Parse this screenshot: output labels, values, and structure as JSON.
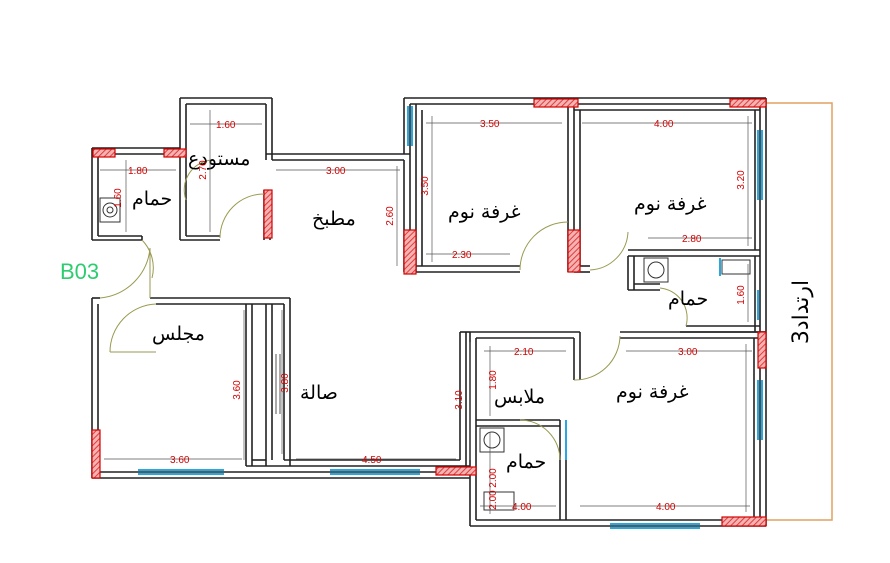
{
  "unit_label": "B03",
  "side_label": "ارتداد3",
  "colors": {
    "wall": "#222222",
    "dimension": "#d40000",
    "window": "#29a8e0",
    "column_fill": "#e84a4a",
    "setback_line": "#e0a060",
    "unit_label": "#2ecc71",
    "door_arc": "#9a9a50"
  },
  "rooms": [
    {
      "id": "majlis",
      "name": "مجلس"
    },
    {
      "id": "sala",
      "name": "صالة"
    },
    {
      "id": "matbakh",
      "name": "مطبخ"
    },
    {
      "id": "mustawda",
      "name": "مستودع"
    },
    {
      "id": "hammam_1",
      "name": "حمام"
    },
    {
      "id": "hammam_2",
      "name": "حمام"
    },
    {
      "id": "hammam_3",
      "name": "حمام"
    },
    {
      "id": "ghurfa_1",
      "name": "غرفة نوم"
    },
    {
      "id": "ghurfa_2",
      "name": "غرفة نوم"
    },
    {
      "id": "ghurfa_3",
      "name": "غرفة نوم"
    },
    {
      "id": "malabis",
      "name": "ملابس"
    }
  ],
  "dimensions": [
    {
      "id": "d1",
      "value": "1.60"
    },
    {
      "id": "d2",
      "value": "1.80"
    },
    {
      "id": "d3",
      "value": "1.60"
    },
    {
      "id": "d4",
      "value": "2.70"
    },
    {
      "id": "d5",
      "value": "3.00"
    },
    {
      "id": "d6",
      "value": "2.60"
    },
    {
      "id": "d7",
      "value": "3.50"
    },
    {
      "id": "d8",
      "value": "3.50"
    },
    {
      "id": "d9",
      "value": "2.30"
    },
    {
      "id": "d10",
      "value": "4.00"
    },
    {
      "id": "d11",
      "value": "3.20"
    },
    {
      "id": "d12",
      "value": "2.80"
    },
    {
      "id": "d13",
      "value": "1.60"
    },
    {
      "id": "d14",
      "value": "2.10"
    },
    {
      "id": "d15",
      "value": "1.80"
    },
    {
      "id": "d16",
      "value": "3.10"
    },
    {
      "id": "d17",
      "value": "3.00"
    },
    {
      "id": "d18",
      "value": "3.60"
    },
    {
      "id": "d19",
      "value": "3.80"
    },
    {
      "id": "d20",
      "value": "3.60"
    },
    {
      "id": "d21",
      "value": "4.50"
    },
    {
      "id": "d22",
      "value": "2.00"
    },
    {
      "id": "d23",
      "value": "2.00"
    },
    {
      "id": "d24",
      "value": "4.00"
    },
    {
      "id": "d25",
      "value": "4.00"
    }
  ]
}
